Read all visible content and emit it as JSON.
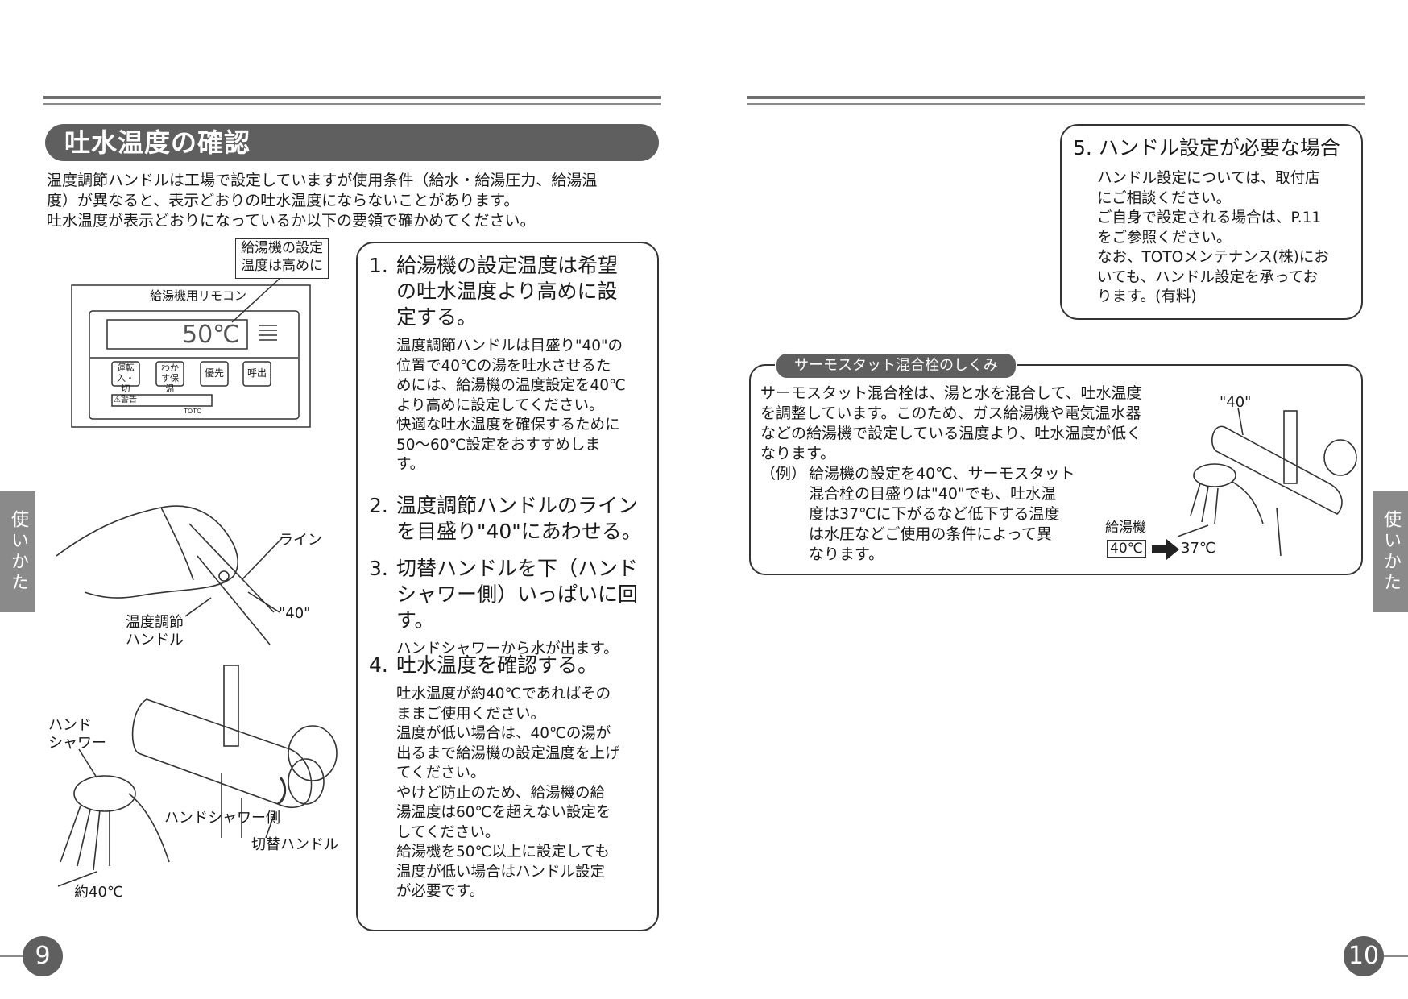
{
  "left_page": {
    "title": "吐水温度の確認",
    "intro": [
      "温度調節ハンドルは工場で設定していますが使用条件（給水・給湯圧力、給湯温",
      "度）が異なると、表示どおりの吐水温度にならないことがあります。",
      "吐水温度が表示どおりになっているか以下の要領で確かめてください。"
    ],
    "remote": {
      "callout": [
        "給湯機の設定",
        "温度は高めに"
      ],
      "label": "給湯機用リモコン",
      "display": "50℃",
      "buttons": [
        "運転入・切",
        "わかす保温",
        "優先",
        "呼出"
      ],
      "warning": "⚠警告",
      "brand": "TOTO"
    },
    "illustration_labels": {
      "line": "ライン",
      "mark40": "\"40\"",
      "temp_handle": [
        "温度調節",
        "ハンドル"
      ],
      "hand_shower": [
        "ハンド",
        "シャワー"
      ],
      "hand_shower_side": "ハンドシャワー側",
      "switch_handle": "切替ハンドル",
      "approx": "約40℃"
    },
    "steps": [
      {
        "num": "1.",
        "head": [
          "給湯機の設定温度は希望",
          "の吐水温度より高めに設",
          "定する。"
        ],
        "body": [
          "温度調節ハンドルは目盛り\"40\"の",
          "位置で40℃の湯を吐水させるた",
          "めには、給湯機の温度設定を40℃",
          "より高めに設定してください。",
          "快適な吐水温度を確保するために",
          "50～60℃設定をおすすめしま",
          "す。"
        ]
      },
      {
        "num": "2.",
        "head": [
          "温度調節ハンドルのライン",
          "を目盛り\"40\"にあわせる。"
        ],
        "body": []
      },
      {
        "num": "3.",
        "head": [
          "切替ハンドルを下（ハンド",
          "シャワー側）いっぱいに回す。"
        ],
        "body": [
          "ハンドシャワーから水が出ます。"
        ]
      },
      {
        "num": "4.",
        "head": [
          "吐水温度を確認する。"
        ],
        "body": [
          "吐水温度が約40℃であればその",
          "ままご使用ください。",
          "温度が低い場合は、40℃の湯が",
          "出るまで給湯機の設定温度を上げ",
          "てください。",
          "やけど防止のため、給湯機の給",
          "湯温度は60℃を超えない設定を",
          "してください。",
          "給湯機を50℃以上に設定しても",
          "温度が低い場合はハンドル設定",
          "が必要です。"
        ]
      }
    ],
    "side_tab": "使いかた",
    "page_number": "9"
  },
  "right_page": {
    "step5": {
      "num": "5.",
      "head": "ハンドル設定が必要な場合",
      "body": [
        "ハンドル設定については、取付店",
        "にご相談ください。",
        "ご自身で設定される場合は、P.11",
        "をご参照ください。",
        "なお、TOTOメンテナンス(株)にお",
        "いても、ハンドル設定を承ってお",
        "ります。(有料)"
      ]
    },
    "thermo": {
      "label": "サーモスタット混合栓のしくみ",
      "text": [
        "サーモスタット混合栓は、湯と水を混合して、吐水温度",
        "を調整しています。このため、ガス給湯機や電気温水器",
        "などの給湯機で設定している温度より、吐水温度が低く",
        "なります。"
      ],
      "example_label": "（例）",
      "example": [
        "給湯機の設定を40℃、サーモスタット",
        "混合栓の目盛りは\"40\"でも、吐水温",
        "度は37℃に下がるなど低下する温度",
        "は水圧などご使用の条件によって異",
        "なります。"
      ],
      "mark40": "\"40\"",
      "heater_label": "給湯機",
      "heater_temp": "40℃",
      "result_temp": "37℃"
    },
    "side_tab": "使いかた",
    "page_number": "10"
  }
}
